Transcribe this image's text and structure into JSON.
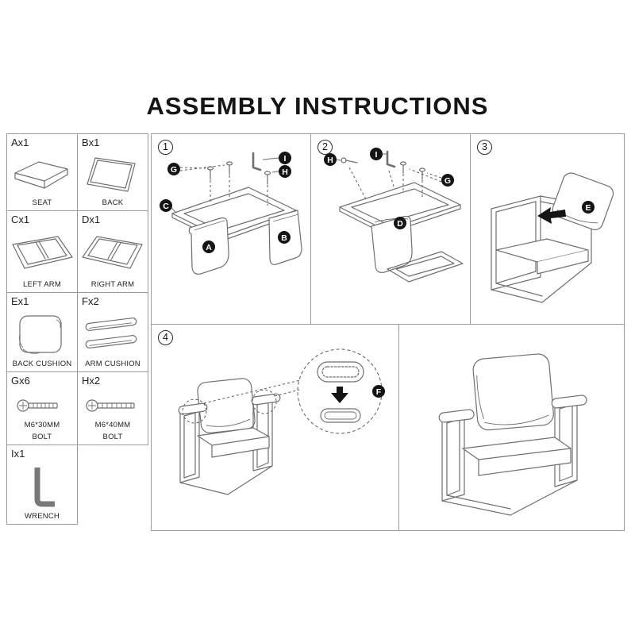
{
  "title": "ASSEMBLY INSTRUCTIONS",
  "colors": {
    "ink": "#1a1a1a",
    "line": "#6f6f6f",
    "grid_border": "#9b9b9b",
    "callout_fill": "#141414"
  },
  "parts": {
    "a": {
      "qty": "Ax1",
      "caption": "SEAT"
    },
    "b": {
      "qty": "Bx1",
      "caption": "BACK"
    },
    "c": {
      "qty": "Cx1",
      "caption": "LEFT ARM"
    },
    "d": {
      "qty": "Dx1",
      "caption": "RIGHT ARM"
    },
    "e": {
      "qty": "Ex1",
      "caption": "BACK CUSHION"
    },
    "f": {
      "qty": "Fx2",
      "caption": "ARM CUSHION"
    },
    "g": {
      "qty": "Gx6",
      "spec": "M6*30MM",
      "caption": "BOLT"
    },
    "h": {
      "qty": "Hx2",
      "spec": "M6*40MM",
      "caption": "BOLT"
    },
    "i": {
      "qty": "Ix1",
      "caption": "WRENCH"
    }
  },
  "steps": {
    "s1": {
      "number": "1",
      "labels": {
        "g": "G",
        "c": "C",
        "i": "I",
        "h": "H",
        "a": "A",
        "b": "B"
      }
    },
    "s2": {
      "number": "2",
      "labels": {
        "h": "H",
        "i": "I",
        "g": "G",
        "d": "D"
      }
    },
    "s3": {
      "number": "3",
      "labels": {
        "e": "E"
      }
    },
    "s4": {
      "number": "4",
      "labels": {
        "f": "F"
      }
    }
  }
}
